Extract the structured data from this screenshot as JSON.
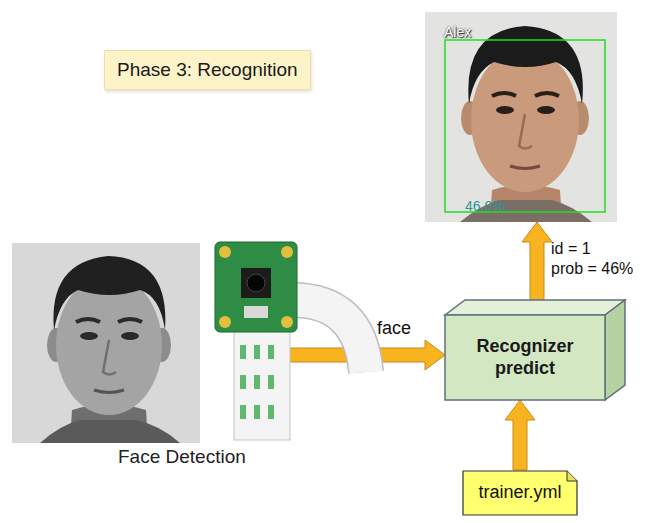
{
  "diagram": {
    "title": "Phase 3: Recognition",
    "nodes": [
      {
        "text": [
          "Face Detection"
        ]
      },
      {
        "text": [
          "Recognizer predict"
        ]
      },
      {
        "text": [
          "trainer.yml"
        ]
      },
      {
        "text": [
          "Alex",
          "46.0%"
        ]
      }
    ],
    "edges": [
      {
        "from": 0,
        "to": 1,
        "arrow": "to",
        "label": "face"
      },
      {
        "from": 2,
        "to": 1,
        "arrow": "to"
      },
      {
        "from": 1,
        "to": 3,
        "arrow": "to",
        "label": "id = 1 prob = 46%"
      }
    ]
  }
}
